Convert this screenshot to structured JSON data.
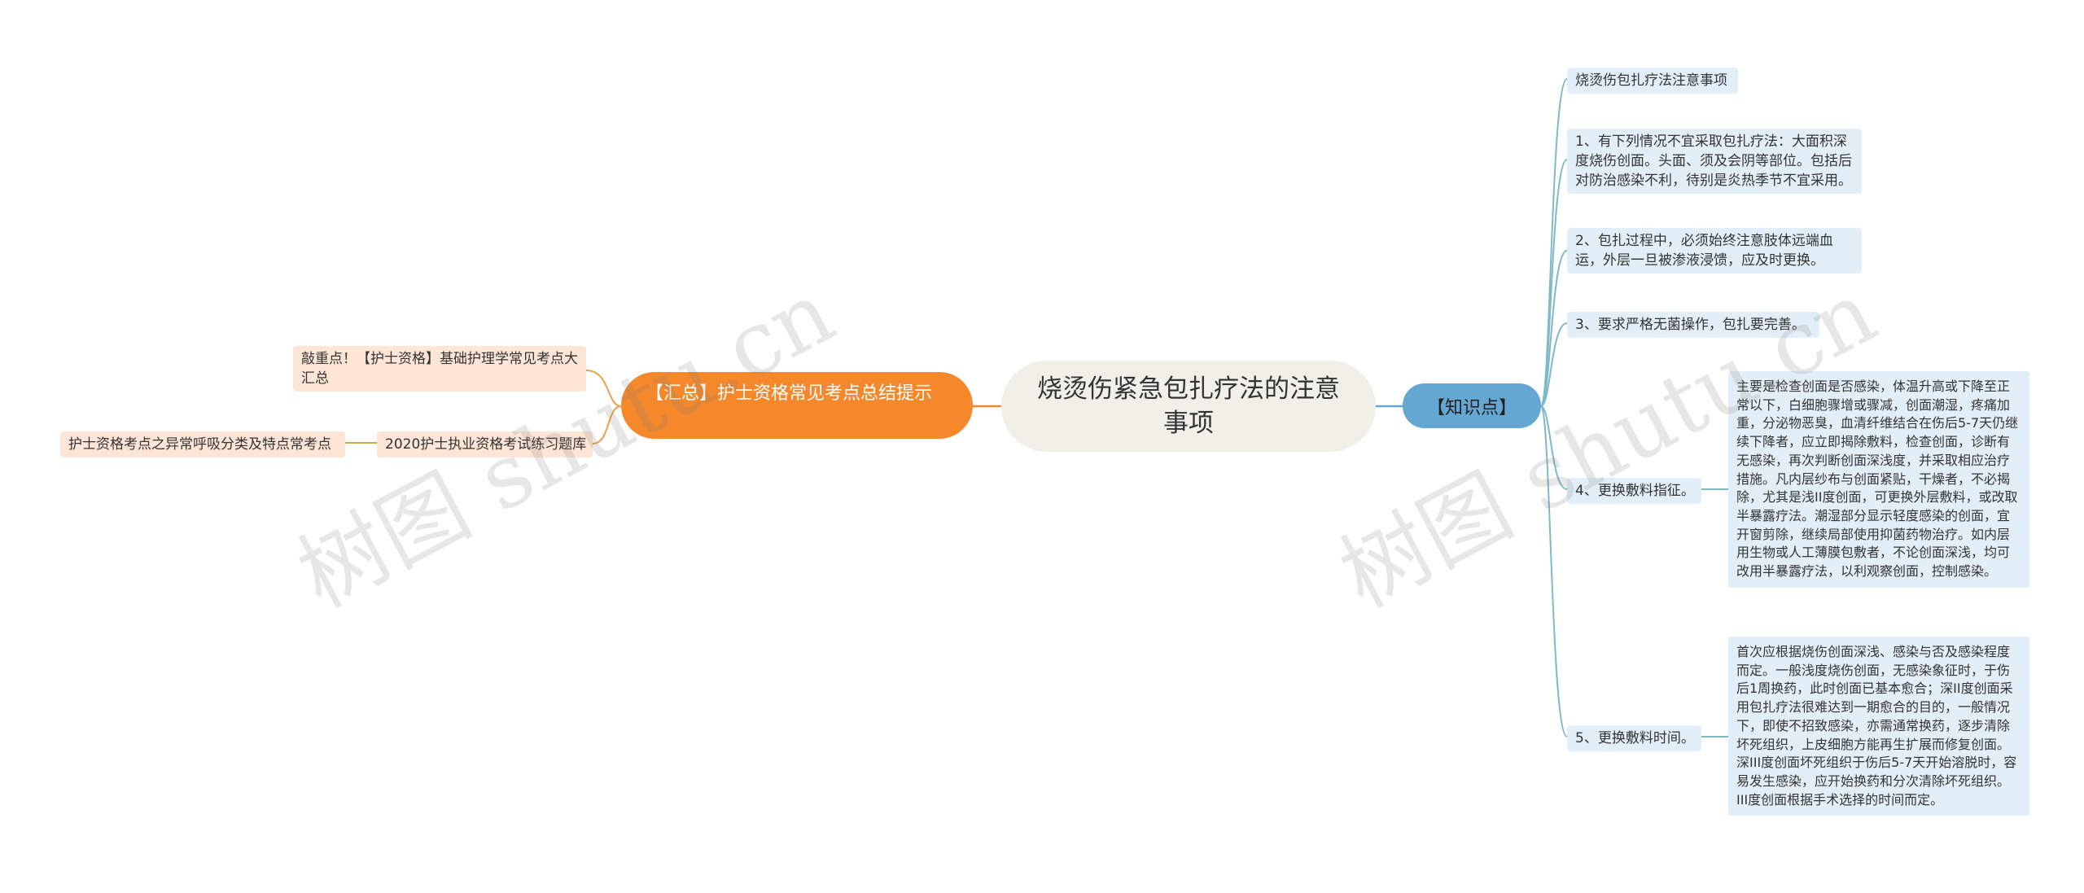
{
  "center": {
    "title": "烧烫伤紧急包扎疗法的注意事项"
  },
  "left": {
    "label": "【汇总】护士资格常见考点总结提示",
    "children": [
      {
        "label": "敲重点！【护士资格】基础护理学常见考点大汇总"
      },
      {
        "label": "2020护士执业资格考试练习题库",
        "children": [
          {
            "label": "护士资格考点之异常呼吸分类及特点常考点"
          }
        ]
      }
    ]
  },
  "right": {
    "label": "【知识点】",
    "children": [
      {
        "label": "烧烫伤包扎疗法注意事项"
      },
      {
        "label": "1、有下列情况不宜采取包扎疗法：大面积深度烧伤创面。头面、须及会阴等部位。包括后对防治感染不利，待别是炎热季节不宜采用。"
      },
      {
        "label": "2、包扎过程中，必须始终注意肢体远端血运，外层一旦被渗液浸馈，应及时更换。"
      },
      {
        "label": "3、要求严格无菌操作，包扎要完善。"
      },
      {
        "label": "4、更换敷料指征。",
        "detail": "主要是检查创面是否感染，体温升高或下降至正常以下，白细胞骤增或骤减，创面潮湿，疼痛加重，分泌物恶臭，血清纤维结合在伤后5-7天仍继续下降者，应立即揭除敷料，检查创面，诊断有无感染，再次判断创面深浅度，并采取相应治疗措施。凡内层纱布与创面紧贴，干燥者，不必揭除，尤其是浅II度创面，可更换外层敷料，或改取半暴露疗法。潮湿部分显示轻度感染的创面，宜开窗剪除，继续局部使用抑菌药物治疗。如内层用生物或人工薄膜包敷者，不论创面深浅，均可改用半暴露疗法，以利观察创面，控制感染。"
      },
      {
        "label": "5、更换敷料时间。",
        "detail": "首次应根据烧伤创面深浅、感染与否及感染程度而定。一般浅度烧伤创面，无感染象征时，于伤后1周换药，此时创面已基本愈合；深II度创面采用包扎疗法很难达到一期愈合的目的，一般情况下，即使不招致感染，亦需通常换药，逐步清除坏死组织，上皮细胞方能再生扩展而修复创面。深III度创面坏死组织于伤后5-7天开始溶脱时，容易发生感染，应开始换药和分次清除坏死组织。III度创面根据手术选择的时间而定。"
      }
    ]
  },
  "watermarks": [
    "树图 shutu.cn",
    "树图 shutu.cn"
  ],
  "colors": {
    "orange": "#f5882b",
    "blue": "#64a7d3",
    "peach": "#fde6d6",
    "light_blue": "#e2eff8",
    "center_bg": "#f0f0e8"
  }
}
